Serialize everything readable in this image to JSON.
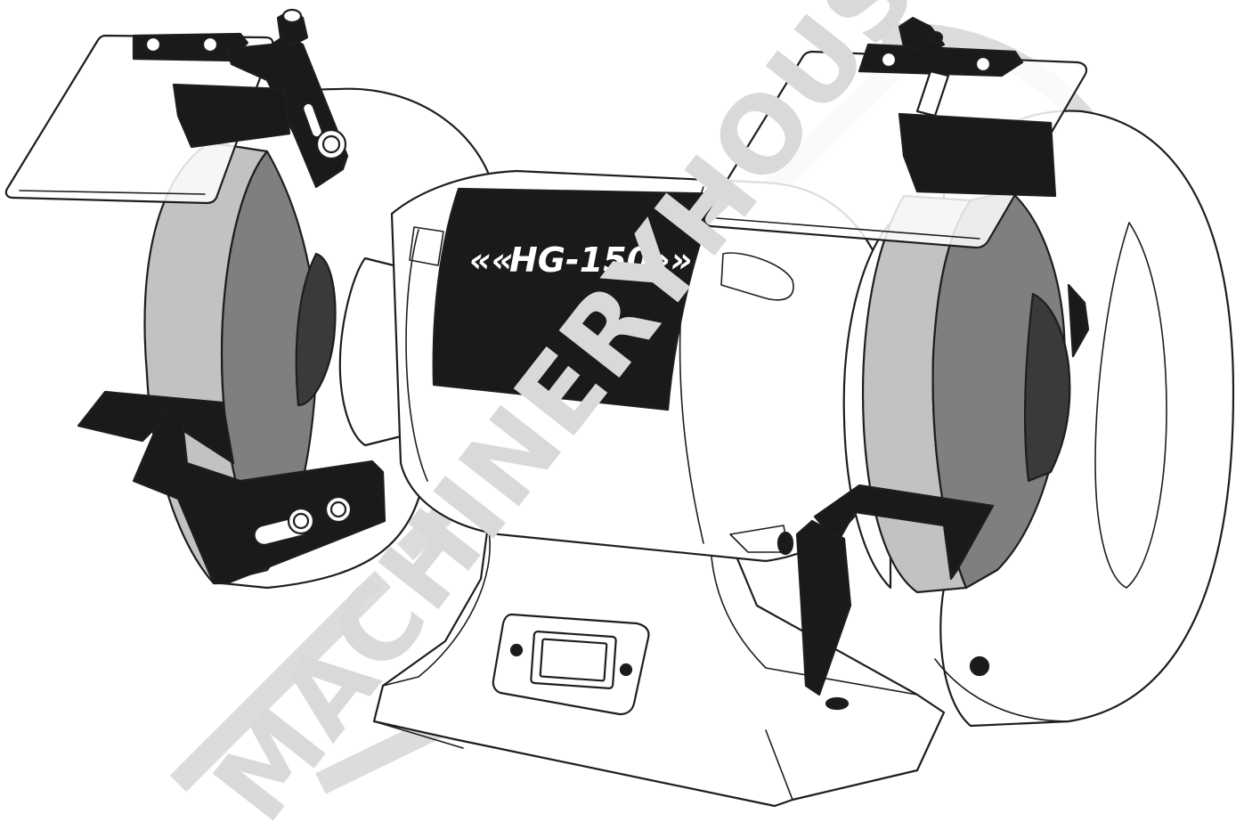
{
  "illustration": {
    "subject": "bench-grinder-line-drawing",
    "model_label": "HG-150",
    "label_left_chevrons": "««",
    "label_right_chevrons": "»»",
    "watermark_text": "MACHINERYHOUSE"
  },
  "colors": {
    "background": "#ffffff",
    "outline": "#1e1e1e",
    "body_fill": "#ffffff",
    "label_band": "#1a1a1a",
    "wheel_light": "#c2c2c2",
    "wheel_mid": "#7f7f7f",
    "wheel_dark": "#3a3a3a",
    "bracket": "#1a1a1a",
    "watermark": "#d9d9d9"
  },
  "icons": {
    "switch": "rocker-switch-icon",
    "guard": "eye-shield-icon",
    "tool_rest": "tool-rest-icon"
  }
}
